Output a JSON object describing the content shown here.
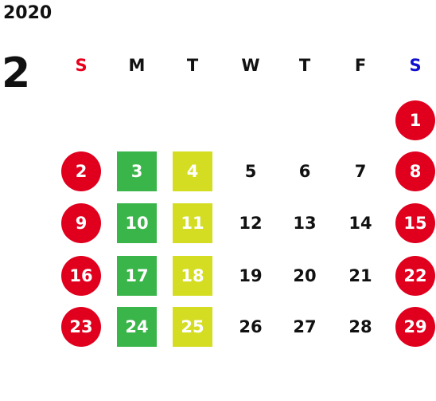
{
  "year": "2020",
  "month": "2",
  "weekdays": [
    "S",
    "M",
    "T",
    "W",
    "T",
    "F",
    "S"
  ],
  "colors": {
    "sunday_header": "#e8001c",
    "saturday_header": "#1010d0",
    "weekday_header": "#111111",
    "holiday_circle": "#e0001e",
    "monday_square": "#3ab54a",
    "tuesday_square": "#d4dd22"
  },
  "weeks": [
    [
      {
        "day": "",
        "style": "blank"
      },
      {
        "day": "",
        "style": "blank"
      },
      {
        "day": "",
        "style": "blank"
      },
      {
        "day": "",
        "style": "blank"
      },
      {
        "day": "",
        "style": "blank"
      },
      {
        "day": "",
        "style": "blank"
      },
      {
        "day": "1",
        "style": "circle"
      }
    ],
    [
      {
        "day": "2",
        "style": "circle"
      },
      {
        "day": "3",
        "style": "green"
      },
      {
        "day": "4",
        "style": "yellow"
      },
      {
        "day": "5",
        "style": "plain"
      },
      {
        "day": "6",
        "style": "plain"
      },
      {
        "day": "7",
        "style": "plain"
      },
      {
        "day": "8",
        "style": "circle"
      }
    ],
    [
      {
        "day": "9",
        "style": "circle"
      },
      {
        "day": "10",
        "style": "green"
      },
      {
        "day": "11",
        "style": "yellow"
      },
      {
        "day": "12",
        "style": "plain"
      },
      {
        "day": "13",
        "style": "plain"
      },
      {
        "day": "14",
        "style": "plain"
      },
      {
        "day": "15",
        "style": "circle"
      }
    ],
    [
      {
        "day": "16",
        "style": "circle"
      },
      {
        "day": "17",
        "style": "green"
      },
      {
        "day": "18",
        "style": "yellow"
      },
      {
        "day": "19",
        "style": "plain"
      },
      {
        "day": "20",
        "style": "plain"
      },
      {
        "day": "21",
        "style": "plain"
      },
      {
        "day": "22",
        "style": "circle"
      }
    ],
    [
      {
        "day": "23",
        "style": "circle"
      },
      {
        "day": "24",
        "style": "green"
      },
      {
        "day": "25",
        "style": "yellow"
      },
      {
        "day": "26",
        "style": "plain"
      },
      {
        "day": "27",
        "style": "plain"
      },
      {
        "day": "28",
        "style": "plain"
      },
      {
        "day": "29",
        "style": "circle"
      }
    ]
  ]
}
